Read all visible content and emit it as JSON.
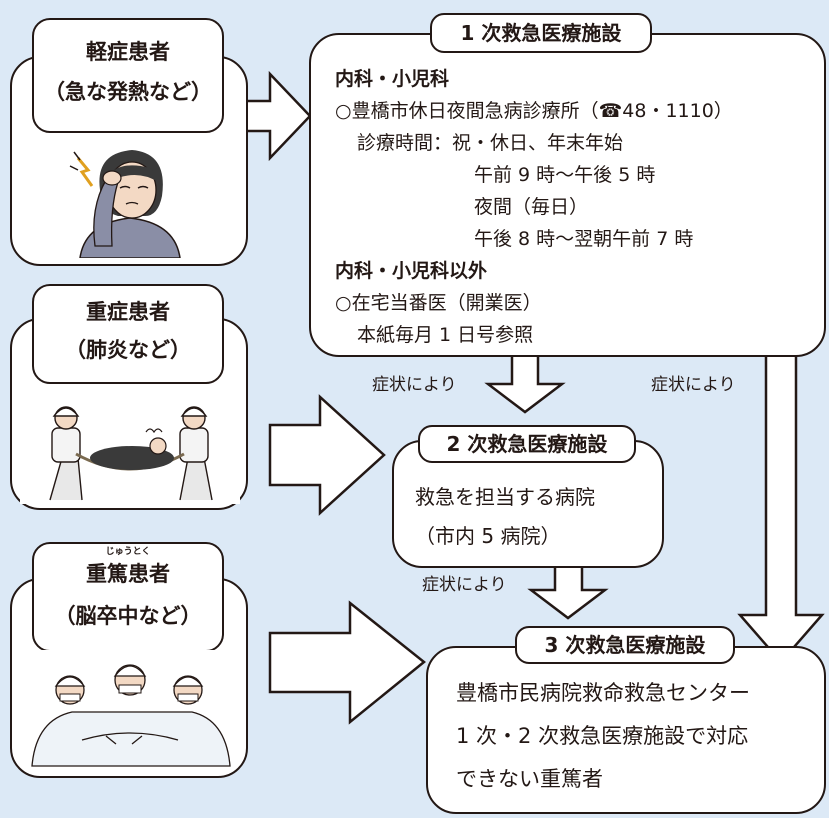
{
  "patients": [
    {
      "name": "軽症患者",
      "example": "（急な発熱など）",
      "illustration": "sick-woman-headache"
    },
    {
      "name": "重症患者",
      "example": "（肺炎など）",
      "illustration": "stretcher-carriers"
    },
    {
      "name": "重篤患者",
      "ruby": "じゅうとく",
      "example": "（脳卒中など）",
      "illustration": "surgery-team"
    }
  ],
  "primary": {
    "title": "1 次救急医療施設",
    "section1_heading": "内科・小児科",
    "clinic_prefix": "○豊橋市休日夜間急病診療所（",
    "phone_icon": "☎",
    "clinic_phone": "48・1110",
    "clinic_suffix": "）",
    "hours_label": "診療時間：祝・休日、年末年始",
    "hours_day": "午前 9 時～午後 5 時",
    "hours_night_label": "夜間（毎日）",
    "hours_night": "午後 8 時～翌朝午前 7 時",
    "section2_heading": "内科・小児科以外",
    "doctor": "○在宅当番医（開業医）",
    "doctor_ref": "本紙毎月 1 日号参照"
  },
  "secondary": {
    "title": "2 次救急医療施設",
    "line1": "救急を担当する病院",
    "line2": "（市内 5 病院）"
  },
  "tertiary": {
    "title": "3 次救急医療施設",
    "line1": "豊橋市民病院救命救急センター",
    "line2": "1 次・2 次救急医療施設で対応",
    "line3": "できない重篤者"
  },
  "flow_labels": {
    "symptom_a": "症状により",
    "symptom_b": "症状により",
    "symptom_c": "症状により"
  },
  "colors": {
    "background": "#dce9f6",
    "box_fill": "#ffffff",
    "stroke": "#231815"
  }
}
